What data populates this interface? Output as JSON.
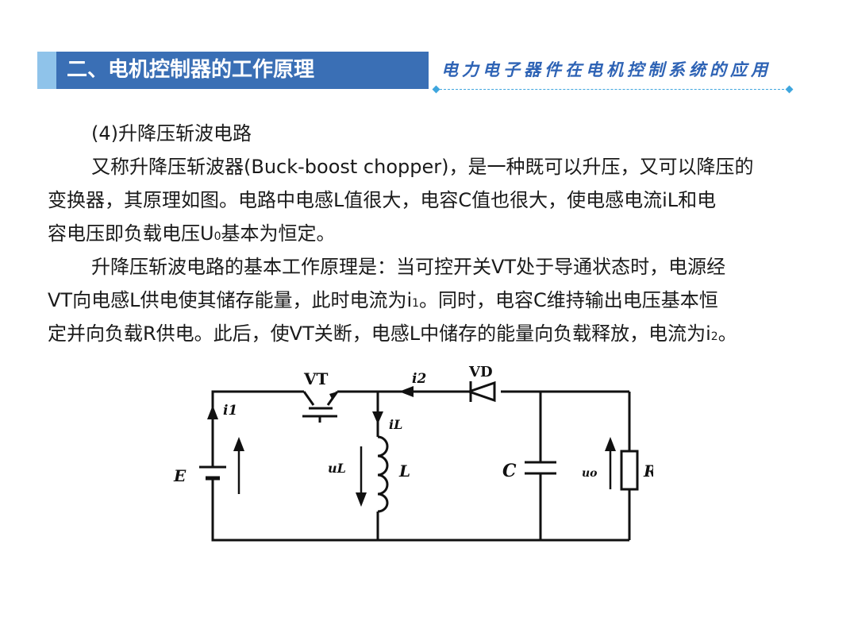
{
  "header": {
    "title": "二、电机控制器的工作原理",
    "subtitle": "电力电子器件在电机控制系统的应用"
  },
  "content": {
    "heading": "(4)升降压斩波电路",
    "p1_line1": "又称升降压斩波器(Buck-boost chopper)，是一种既可以升压，又可以降压的",
    "p1_line2": "变换器，其原理如图。电路中电感L值很大，电容C值也很大，使电感电流iL和电",
    "p1_line3_a": "容电压即负载电压U",
    "p1_line3_sub": "0",
    "p1_line3_b": "基本为恒定。",
    "p2_line1": "升降压斩波电路的基本工作原理是：当可控开关VT处于导通状态时，电源经",
    "p2_line2_a": "VT向电感L供电使其储存能量，此时电流为i",
    "p2_line2_sub": "1",
    "p2_line2_b": "。同时，电容C维持输出电压基本恒",
    "p2_line3_a": "定并向负载R供电。此后，使VT关断，电感L中储存的能量向负载释放，电流为i",
    "p2_line3_sub": "2",
    "p2_line3_b": "。"
  },
  "circuit": {
    "vt": "VT",
    "vd": "VD",
    "i2": "i2",
    "i1": "i1",
    "iL": "iL",
    "uL": "uL",
    "L": "L",
    "E": "E",
    "C": "C",
    "uo": "uo",
    "R": "R"
  }
}
